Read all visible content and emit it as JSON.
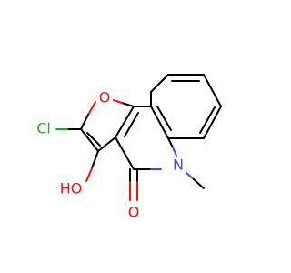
{
  "molecule": {
    "atoms": {
      "o_ring": {
        "symbol": "O",
        "color": "#ff0d0d"
      },
      "cl": {
        "symbol": "Cl",
        "color": "#1fb01f"
      },
      "oh": {
        "symbol": "HO",
        "color": "#ff0d0d"
      },
      "n": {
        "symbol": "N",
        "color": "#3050f8"
      },
      "o_carbonyl": {
        "symbol": "O",
        "color": "#ff0d0d"
      }
    }
  }
}
